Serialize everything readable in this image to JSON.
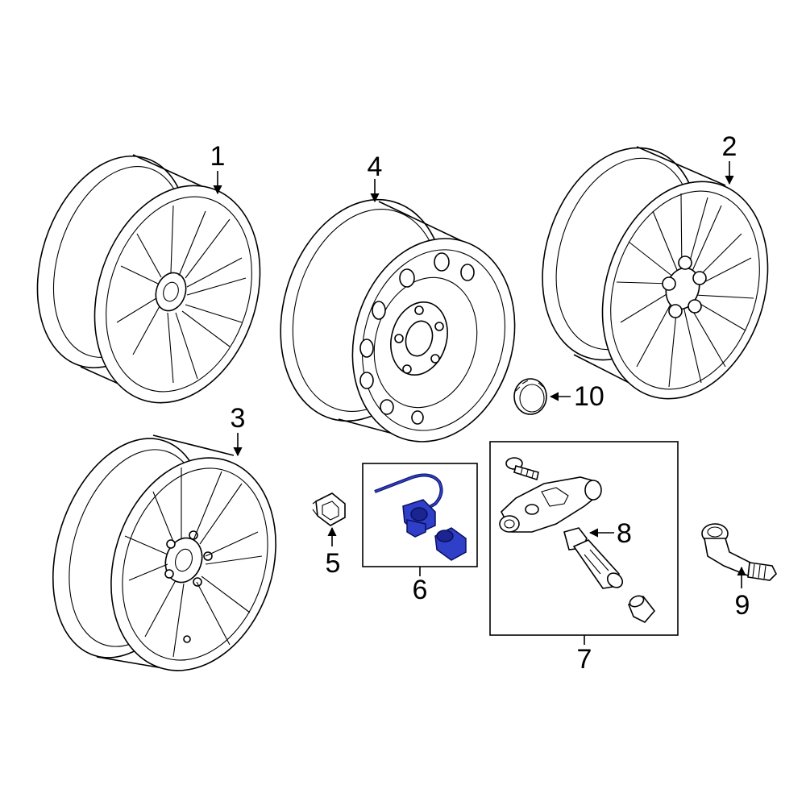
{
  "parts": [
    {
      "id": "1",
      "label": "1"
    },
    {
      "id": "2",
      "label": "2"
    },
    {
      "id": "3",
      "label": "3"
    },
    {
      "id": "4",
      "label": "4"
    },
    {
      "id": "5",
      "label": "5"
    },
    {
      "id": "6",
      "label": "6"
    },
    {
      "id": "7",
      "label": "7"
    },
    {
      "id": "8",
      "label": "8"
    },
    {
      "id": "9",
      "label": "9"
    },
    {
      "id": "10",
      "label": "10"
    }
  ],
  "colors": {
    "line": "#000000",
    "highlight": "#2f3fc8",
    "background": "#ffffff"
  }
}
